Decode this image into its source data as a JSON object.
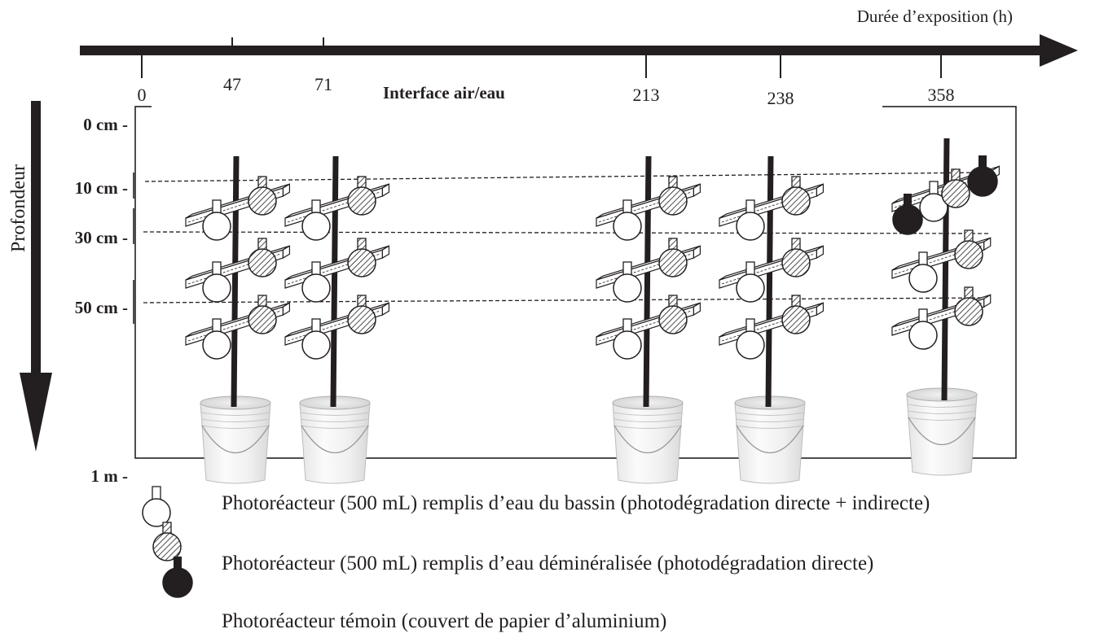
{
  "time_axis": {
    "label": "Durée d’exposition (h)",
    "ticks": [
      "0",
      "47",
      "71",
      "213",
      "238",
      "358"
    ]
  },
  "surface_label": "Interface air/eau",
  "depth_axis": {
    "label": "Profondeur",
    "ticks": [
      "0 cm -",
      "10 cm -",
      "30 cm -",
      "50 cm -",
      "1 m -"
    ]
  },
  "legend": [
    {
      "icon": "open-flask-icon",
      "text": "Photoréacteur (500 mL) remplis d’eau du bassin (photodégradation directe + indirecte)"
    },
    {
      "icon": "hatched-flask-icon",
      "text": "Photoréacteur (500 mL) remplis d’eau déminéralisée (photodégradation directe)"
    },
    {
      "icon": "black-flask-icon",
      "text": "Photoréacteur témoin (couvert de papier d’aluminium)"
    }
  ],
  "colors": {
    "ink": "#231f20",
    "bucket": "#f4f4f4",
    "bucket_edge": "#bdbdbd",
    "flask_open": "#ffffff",
    "flask_control": "#231f20"
  }
}
